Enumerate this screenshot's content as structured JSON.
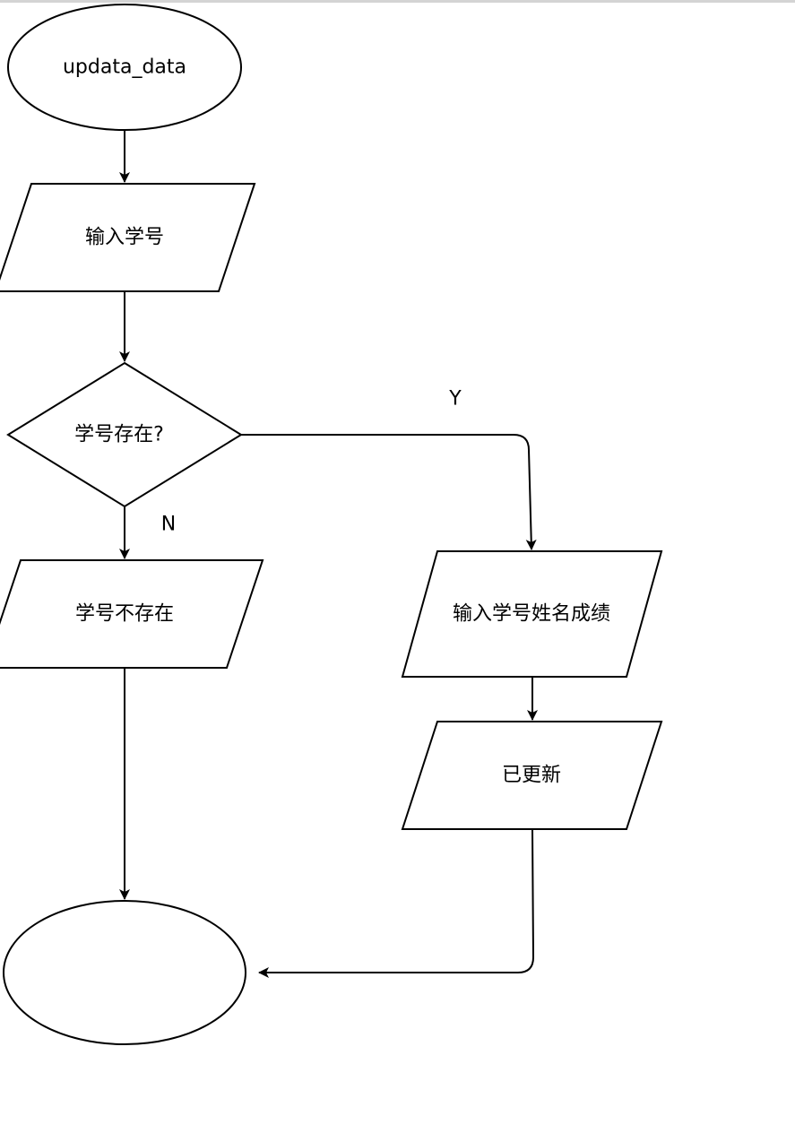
{
  "flowchart": {
    "start": "updata_data",
    "input_id": "输入学号",
    "decision": "学号存在?",
    "not_exist": "学号不存在",
    "input_all": "输入学号姓名成绩",
    "updated": "已更新",
    "end": "",
    "label_yes": "Y",
    "label_no": "N"
  },
  "colors": {
    "stroke": "#000000",
    "fill": "#ffffff",
    "top_rule": "#d4d4d4"
  }
}
